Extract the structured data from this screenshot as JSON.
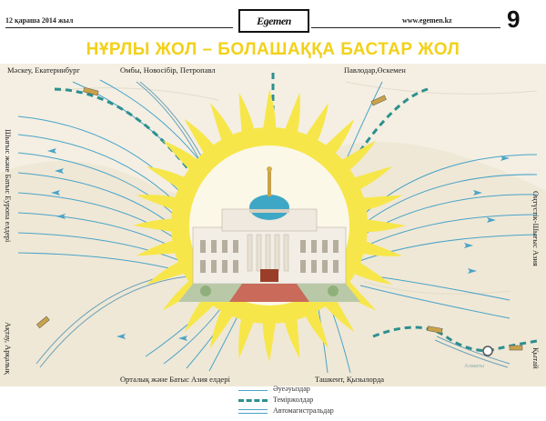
{
  "header": {
    "date": "12 қараша 2014 жыл",
    "logo_text": "Egemen",
    "url": "www.egemen.kz",
    "page_number": "9"
  },
  "headline": "НҰРЛЫ ЖОЛ – БОЛАШАҚҚА БАСТАР ЖОЛ",
  "map": {
    "labels": {
      "top_left": "Мәскеу,  Екатеринбург",
      "top_center": "Омбы, Новосібір, Петропавл",
      "top_right": "Павлодар,Өскемен",
      "left_upper": "Шығыс және Батыс Еуропа елдері",
      "left_lower": "Ақтау, Арқалық",
      "right_upper": "Оңтүстік-Шығыс Азия",
      "right_lower": "Қытай",
      "bottom_center": "Орталық және Батыс Азия елдері",
      "bottom_right": "Ташкент, Қызылорда",
      "almaty": "Алматы"
    },
    "colors": {
      "sun": "#f7e64a",
      "air_route": "#4aa3c9",
      "rail": "#2d8f8f",
      "land": "#f4efe2"
    }
  },
  "legend": {
    "items": [
      {
        "label": "Әуеәуыздар",
        "kind": "air"
      },
      {
        "label": "Теміржолдар",
        "kind": "rail"
      },
      {
        "label": "Автомагистральдар",
        "kind": "road"
      }
    ]
  }
}
